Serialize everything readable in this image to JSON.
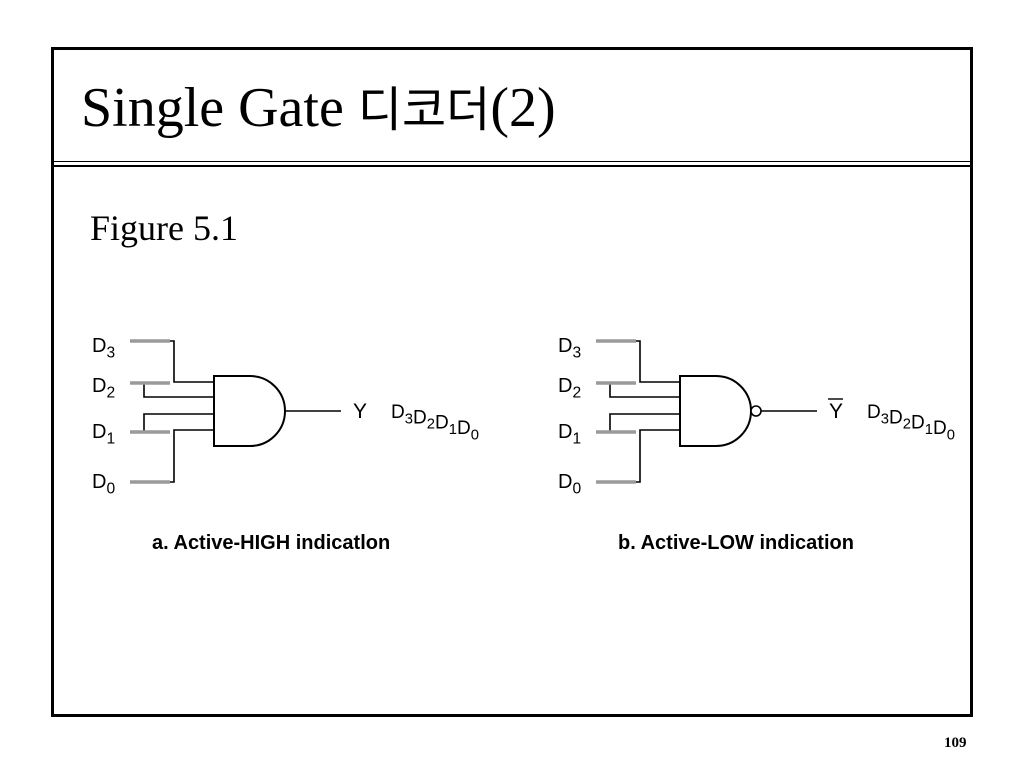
{
  "slide": {
    "title_latin": "Single Gate ",
    "title_korean": "디코더",
    "title_suffix": "(2)",
    "figure_label": "Figure 5.1",
    "page_number": "109"
  },
  "diagram": {
    "inputs": [
      {
        "base": "D",
        "sub": "3"
      },
      {
        "base": "D",
        "sub": "2"
      },
      {
        "base": "D",
        "sub": "1"
      },
      {
        "base": "D",
        "sub": "0"
      }
    ],
    "and_gate": {
      "output": "Y",
      "expression": [
        {
          "base": "D",
          "sub": "3"
        },
        {
          "base": "D",
          "sub": "2"
        },
        {
          "base": "D",
          "sub": "1"
        },
        {
          "base": "D",
          "sub": "0"
        }
      ],
      "caption": "a. Active-HIGH indicatlon"
    },
    "nand_gate": {
      "output": "Y",
      "expression": [
        {
          "base": "D",
          "sub": "3"
        },
        {
          "base": "D",
          "sub": "2"
        },
        {
          "base": "D",
          "sub": "1"
        },
        {
          "base": "D",
          "sub": "0"
        }
      ],
      "caption": "b. Active-LOW indication"
    },
    "colors": {
      "line": "#000000",
      "input_tab": "#9a9a9a"
    }
  }
}
